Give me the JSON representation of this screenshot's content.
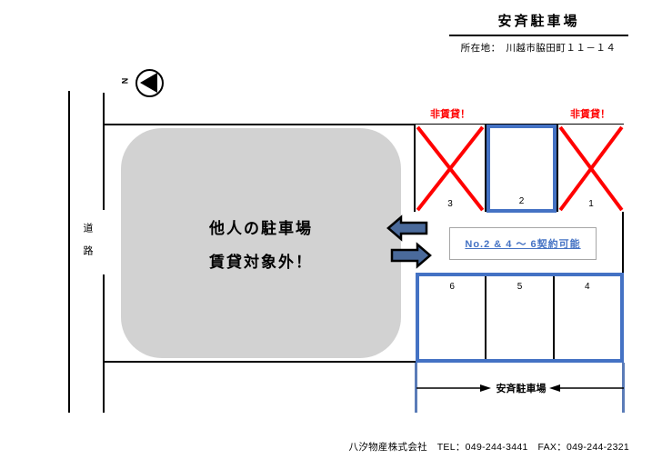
{
  "header": {
    "title": "安斉駐車場",
    "address": "所在地：　川越市脇田町１１－１４"
  },
  "compass": {
    "north": "N"
  },
  "road": {
    "label": "道路"
  },
  "private_lot": {
    "line1": "他人の駐車場",
    "line2": "賃貸対象外！"
  },
  "warnings": {
    "left": "非賃貸！",
    "right": "非賃貸！"
  },
  "top_spaces": [
    {
      "number": "3",
      "crossed": true
    },
    {
      "number": "2",
      "crossed": false
    },
    {
      "number": "1",
      "crossed": true
    }
  ],
  "bottom_spaces": [
    {
      "number": "6"
    },
    {
      "number": "5"
    },
    {
      "number": "4"
    }
  ],
  "contract_note": {
    "label": "No.2 & 4 ～ 6契約可能"
  },
  "bottom_pointer": {
    "label": "安斉駐車場"
  },
  "footer": {
    "text": "八汐物産株式会社　TEL：049-244-3441　FAX：049-244-2321"
  },
  "colors": {
    "space_border_blue": "#4472C4",
    "cross_red": "#FF0000",
    "block_arrow_blue": "#4A6A9B",
    "private_lot_gray": "#D2D2D2",
    "link_blue": "#4472C4"
  }
}
